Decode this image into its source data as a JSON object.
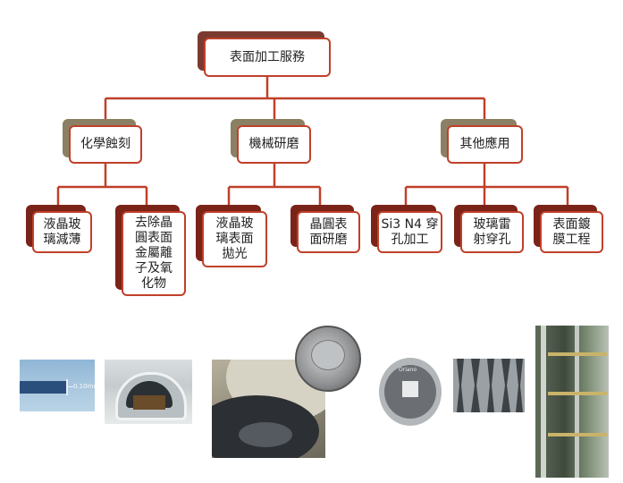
{
  "root": {
    "label": "表面加工服務"
  },
  "categories": [
    {
      "label": "化學蝕刻",
      "children": [
        "液晶玻\n璃減薄",
        "去除晶\n圓表面\n金屬離\n子及氧\n化物"
      ]
    },
    {
      "label": "機械研磨",
      "children": [
        "液晶玻\n璃表面\n拋光",
        "晶圓表\n面研磨"
      ]
    },
    {
      "label": "其他應用",
      "children": [
        "Si3 N4 穿\n孔加工",
        "玻璃雷\n射穿孔",
        "表面鍍\n膜工程"
      ]
    }
  ],
  "photos": {
    "measure_label": "0.10mm",
    "device_label": "Oriano"
  },
  "colors": {
    "connector": "#c0402a",
    "box_border": "#c0402a"
  }
}
